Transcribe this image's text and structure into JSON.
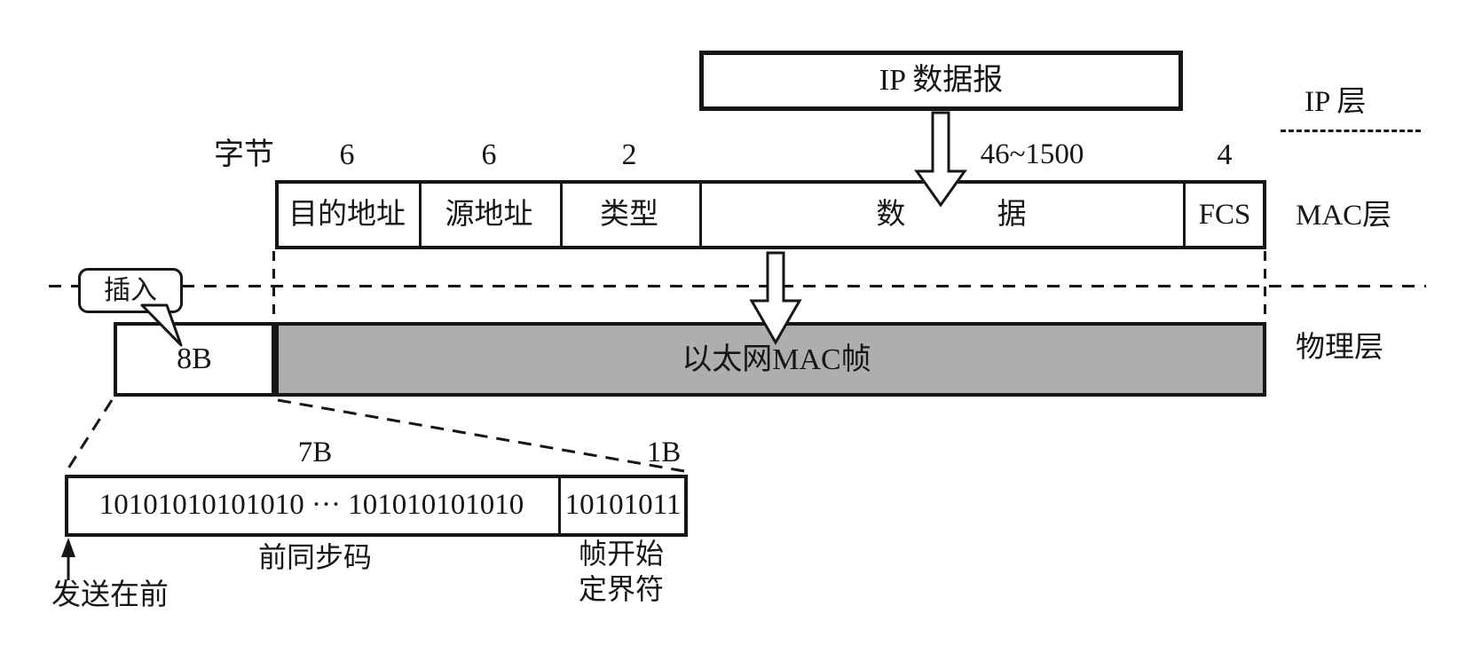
{
  "colors": {
    "ink": "#161616",
    "frame_fill": "#aeaeae",
    "background": "#ffffff"
  },
  "ip_layer": {
    "datagram_label": "IP 数据报",
    "layer_label": "IP 层"
  },
  "byte_row": {
    "unit_label": "字节"
  },
  "mac_frame": {
    "layer_label": "MAC层",
    "fields": [
      {
        "label": "目的地址",
        "bytes": "6"
      },
      {
        "label": "源地址",
        "bytes": "6"
      },
      {
        "label": "类型",
        "bytes": "2"
      },
      {
        "label": "数 据",
        "bytes": "46~1500"
      },
      {
        "label": "FCS",
        "bytes": "4"
      }
    ]
  },
  "physical_layer": {
    "layer_label": "物理层",
    "insert_label": "插入",
    "preamble_bytes": "8B",
    "frame_label": "以太网MAC帧"
  },
  "preamble_detail": {
    "preamble_bytes": "7B",
    "sfd_bytes": "1B",
    "preamble_bits": "10101010101010 ··· 101010101010",
    "sfd_bits": "10101011",
    "preamble_label": "前同步码",
    "sfd_label_line1": "帧开始",
    "sfd_label_line2": "定界符",
    "send_first_label": "发送在前"
  }
}
